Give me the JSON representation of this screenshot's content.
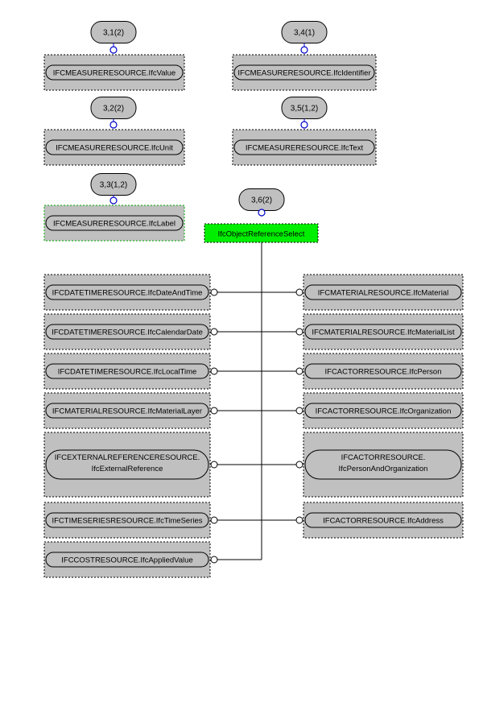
{
  "page_refs": [
    {
      "id": "ref-3-1",
      "label": "3,1(2)",
      "entity": "IFCMEASURERESOURCE.IfcValue"
    },
    {
      "id": "ref-3-2",
      "label": "3,2(2)",
      "entity": "IFCMEASURERESOURCE.IfcUnit"
    },
    {
      "id": "ref-3-3",
      "label": "3,3(1,2)",
      "entity": "IFCMEASURERESOURCE.IfcLabel"
    },
    {
      "id": "ref-3-4",
      "label": "3,4(1)",
      "entity": "IFCMEASURERESOURCE.IfcIdentifier"
    },
    {
      "id": "ref-3-5",
      "label": "3,5(1,2)",
      "entity": "IFCMEASURERESOURCE.IfcText"
    },
    {
      "id": "ref-3-6",
      "label": "3,6(2)"
    }
  ],
  "select_type": {
    "label": "IfcObjectReferenceSelect"
  },
  "left_items": [
    {
      "lines": [
        "IFCDATETIMERESOURCE.IfcDateAndTime"
      ]
    },
    {
      "lines": [
        "IFCDATETIMERESOURCE.IfcCalendarDate"
      ]
    },
    {
      "lines": [
        "IFCDATETIMERESOURCE.IfcLocalTime"
      ]
    },
    {
      "lines": [
        "IFCMATERIALRESOURCE.IfcMaterialLayer"
      ]
    },
    {
      "lines": [
        "IFCEXTERNALREFERENCERESOURCE.",
        "IfcExternalReference"
      ]
    },
    {
      "lines": [
        "IFCTIMESERIESRESOURCE.IfcTimeSeries"
      ]
    },
    {
      "lines": [
        "IFCCOSTRESOURCE.IfcAppliedValue"
      ]
    }
  ],
  "right_items": [
    {
      "lines": [
        "IFCMATERIALRESOURCE.IfcMaterial"
      ]
    },
    {
      "lines": [
        "IFCMATERIALRESOURCE.IfcMaterialList"
      ]
    },
    {
      "lines": [
        "IFCACTORRESOURCE.IfcPerson"
      ]
    },
    {
      "lines": [
        "IFCACTORRESOURCE.IfcOrganization"
      ]
    },
    {
      "lines": [
        "IFCACTORRESOURCE.",
        "IfcPersonAndOrganization"
      ]
    },
    {
      "lines": [
        "IFCACTORRESOURCE.IfcAddress"
      ]
    }
  ],
  "colors": {
    "box_fill": "#c0c0c0",
    "select_fill": "#00ee00",
    "port_stroke": "#0000cc"
  }
}
